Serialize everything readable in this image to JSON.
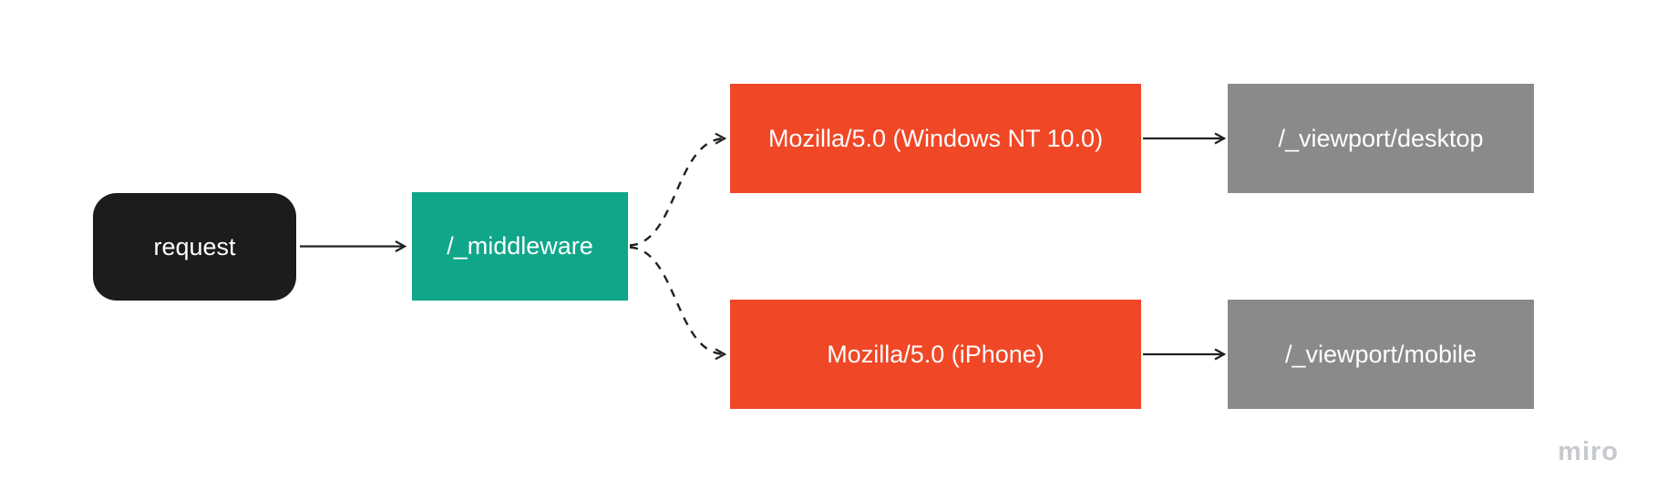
{
  "diagram": {
    "nodes": [
      {
        "id": "request",
        "label": "request",
        "color": "#1c1c1c",
        "text_color": "#ffffff",
        "shape": "rounded-rectangle"
      },
      {
        "id": "middleware",
        "label": "/_middleware",
        "color": "#10a689",
        "text_color": "#ffffff",
        "shape": "rectangle"
      },
      {
        "id": "ua-desktop",
        "label": "Mozilla/5.0 (Windows NT 10.0)",
        "color": "#f04726",
        "text_color": "#ffffff",
        "shape": "rectangle"
      },
      {
        "id": "viewport-desktop",
        "label": "/_viewport/desktop",
        "color": "#8a8a8a",
        "text_color": "#ffffff",
        "shape": "rectangle"
      },
      {
        "id": "ua-mobile",
        "label": "Mozilla/5.0 (iPhone)",
        "color": "#f04726",
        "text_color": "#ffffff",
        "shape": "rectangle"
      },
      {
        "id": "viewport-mobile",
        "label": "/_viewport/mobile",
        "color": "#8a8a8a",
        "text_color": "#ffffff",
        "shape": "rectangle"
      }
    ],
    "edges": [
      {
        "from": "request",
        "to": "middleware",
        "style": "solid"
      },
      {
        "from": "middleware",
        "to": "ua-desktop",
        "style": "dashed"
      },
      {
        "from": "middleware",
        "to": "ua-mobile",
        "style": "dashed"
      },
      {
        "from": "ua-desktop",
        "to": "viewport-desktop",
        "style": "solid"
      },
      {
        "from": "ua-mobile",
        "to": "viewport-mobile",
        "style": "solid"
      }
    ],
    "edge_color": "#1f2023"
  },
  "watermark": {
    "label": "miro",
    "color": "#c6c9ce"
  }
}
